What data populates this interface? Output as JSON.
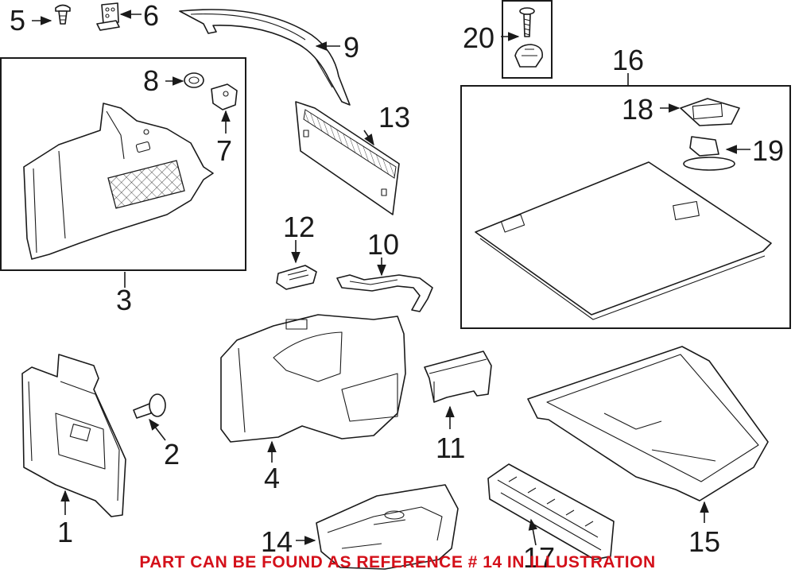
{
  "callouts": {
    "c1": "1",
    "c2": "2",
    "c3": "3",
    "c4": "4",
    "c5": "5",
    "c6": "6",
    "c7": "7",
    "c8": "8",
    "c9": "9",
    "c10": "10",
    "c11": "11",
    "c12": "12",
    "c13": "13",
    "c14": "14",
    "c15": "15",
    "c16": "16",
    "c17": "17",
    "c18": "18",
    "c19": "19",
    "c20": "20"
  },
  "notice": "PART CAN BE FOUND AS REFERENCE # 14 IN ILLUSTRATION",
  "colors": {
    "line": "#1a1a1a",
    "notice": "#d4101a",
    "background": "#ffffff"
  }
}
